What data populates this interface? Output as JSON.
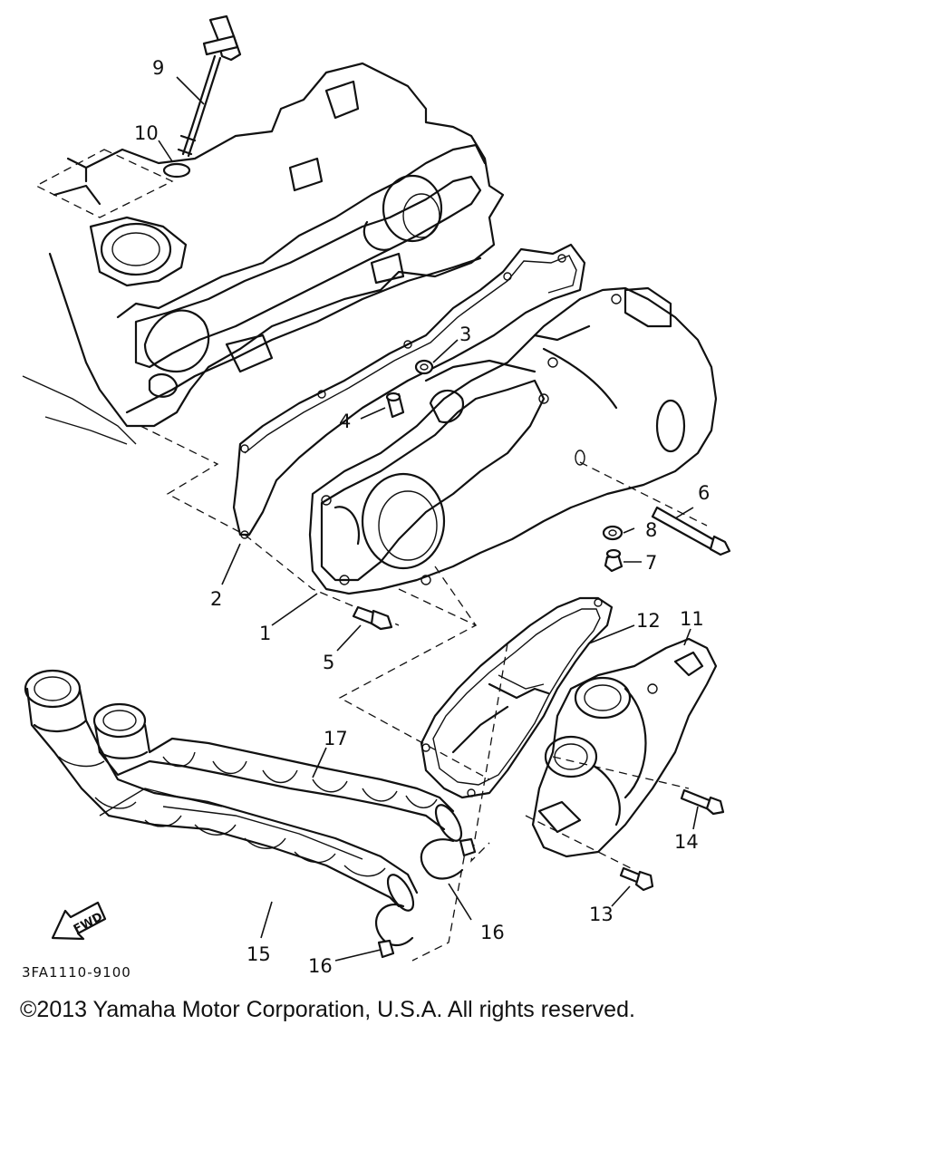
{
  "diagram": {
    "callouts": {
      "c1": "1",
      "c2": "2",
      "c3": "3",
      "c4": "4",
      "c5": "5",
      "c6": "6",
      "c7": "7",
      "c8": "8",
      "c9": "9",
      "c10": "10",
      "c11": "11",
      "c12": "12",
      "c13": "13",
      "c14": "14",
      "c15": "15",
      "c16a": "16",
      "c16b": "16",
      "c17": "17"
    },
    "fwd_label": "FWD",
    "diagram_code": "3FA1110-9100"
  },
  "copyright": "©2013 Yamaha Motor Corporation, U.S.A. All rights reserved."
}
